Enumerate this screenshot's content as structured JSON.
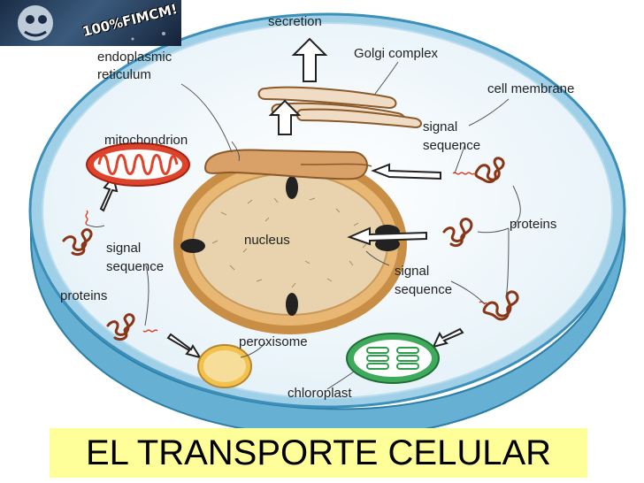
{
  "labels": {
    "secretion": "secretion",
    "golgi": "Golgi complex",
    "er_line1": "endoplasmic",
    "er_line2": "reticulum",
    "cell_membrane": "cell membrane",
    "mitochondrion": "mitochondrion",
    "signal_seq_top_1": "signal",
    "signal_seq_top_2": "sequence",
    "proteins_right": "proteins",
    "nucleus": "nucleus",
    "signal_seq_left_1": "signal",
    "signal_seq_left_2": "sequence",
    "signal_seq_right_1": "signal",
    "signal_seq_right_2": "sequence",
    "proteins_left": "proteins",
    "peroxisome": "peroxisome",
    "chloroplast": "chloroplast"
  },
  "title": "EL TRANSPORTE CELULAR",
  "logo_text": "100%FIMCM!",
  "colors": {
    "cell_fill": "#e9f3f8",
    "cell_rim": "#8ec9e2",
    "cell_edge": "#4a9cc2",
    "nucleus_fill": "#e8cfa6",
    "nucleus_envelope": "#d8a45c",
    "mitochondrion": "#e0432b",
    "chloroplast": "#2f9e4c",
    "peroxisome": "#f2c14e",
    "protein": "#8a3515",
    "title_bg": "#ffff99"
  }
}
